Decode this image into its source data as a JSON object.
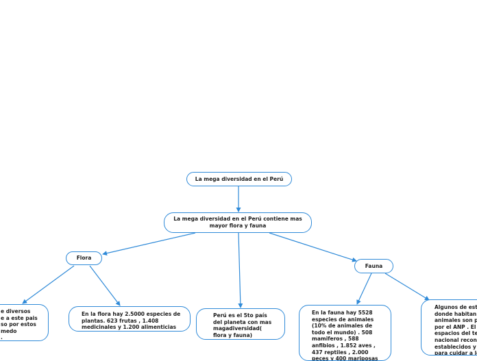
{
  "colors": {
    "stroke": "#2f8ad8",
    "text": "#1c1c1c",
    "background": "#ffffff"
  },
  "nodes": {
    "root": "La  mega diversidad en el Perú",
    "main": "La mega diversidad en el Perú contiene mas\nmayor flora y fauna",
    "flora": "Flora",
    "fauna": "Fauna",
    "left_clipped": "e diversos\ne a este pais\nso por estos\nmedo\n.",
    "flora_detail": "En la flora  hay 2.5000 especies de\nplantas. 623 frutas , 1.408\nmedicinales y 1.200 alimenticias",
    "peru_rank": "Perú es el 5to país\ndel planeta con mas\nmagadiversidad(\nflora y fauna)",
    "fauna_detail": "En la fauna  hay 5528\nespecies de animales\n(10% de animales de\ntodo el mundo) . 508\nmamiferos , 588\nanfibios , 1.852 aves ,\n437 reptiles , 2.000\npeces y 400 mariposas",
    "right_clipped": "Algunos de esto\ndonde habitan e\nanimales son pr\npor el ANP . El A\nespacios del ter\nnacional recono\nestablecidos y p\npara cuidar a los"
  }
}
